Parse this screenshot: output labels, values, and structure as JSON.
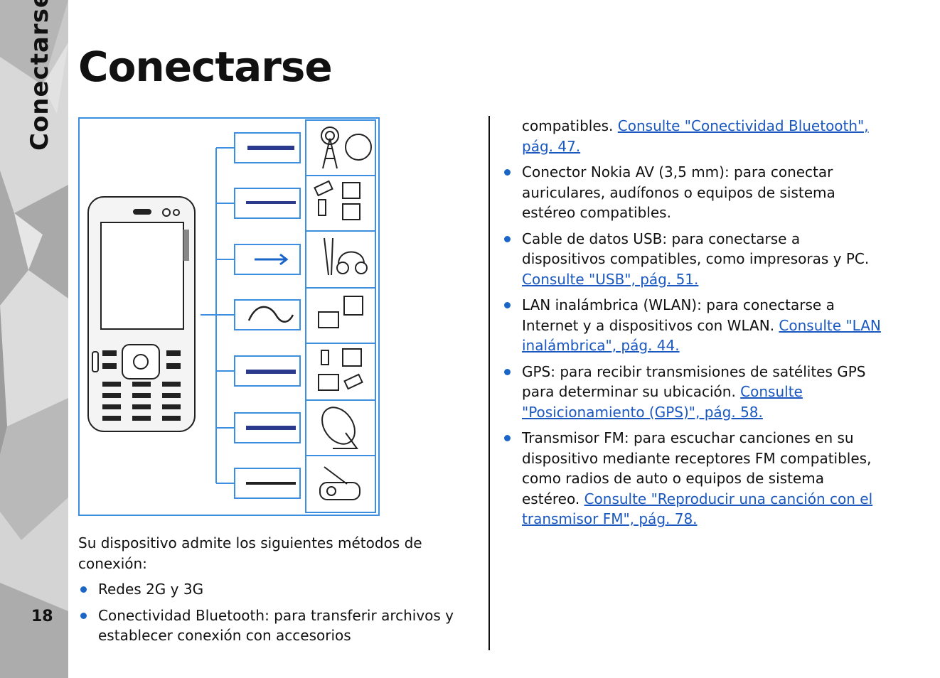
{
  "sidebar": {
    "section_title": "Conectarse",
    "page_number": "18"
  },
  "page_title": "Conectarse",
  "figure": {
    "icon_names": [
      "gsm-tower-icon",
      "bluetooth-devices-icon",
      "headset-icon",
      "usb-printer-pc-icon",
      "wlan-devices-icon",
      "gps-satellite-icon",
      "fm-radio-icon"
    ]
  },
  "left": {
    "intro": "Su dispositivo admite los siguientes métodos de conexión:",
    "items": [
      {
        "text": "Redes 2G y 3G"
      },
      {
        "text": "Conectividad Bluetooth: para transferir archivos y establecer conexión con accesorios"
      }
    ]
  },
  "right": {
    "items": [
      {
        "text": "compatibles. ",
        "link": "Consulte \"Conectividad Bluetooth\", pág. 47."
      },
      {
        "text": "Conector Nokia AV (3,5 mm): para conectar auriculares, audífonos o equipos de sistema estéreo compatibles."
      },
      {
        "text": "Cable de datos USB: para conectarse a dispositivos compatibles, como impresoras y PC. ",
        "link": "Consulte \"USB\", pág. 51."
      },
      {
        "text": "LAN inalámbrica (WLAN): para conectarse a Internet y a dispositivos con WLAN. ",
        "link": "Consulte \"LAN inalámbrica\", pág. 44."
      },
      {
        "text": "GPS: para recibir transmisiones de satélites GPS para determinar su ubicación. ",
        "link": "Consulte \"Posicionamiento (GPS)\", pág. 58."
      },
      {
        "text": "Transmisor FM: para escuchar canciones en su dispositivo mediante receptores FM compatibles, como radios de auto o equipos de sistema estéreo. ",
        "link": "Consulte \"Reproducir una canción con el transmisor FM\", pág. 78."
      }
    ]
  },
  "colors": {
    "accent": "#1a66c8",
    "link": "#1a58c0",
    "sidebar": "#c9c9c9"
  }
}
